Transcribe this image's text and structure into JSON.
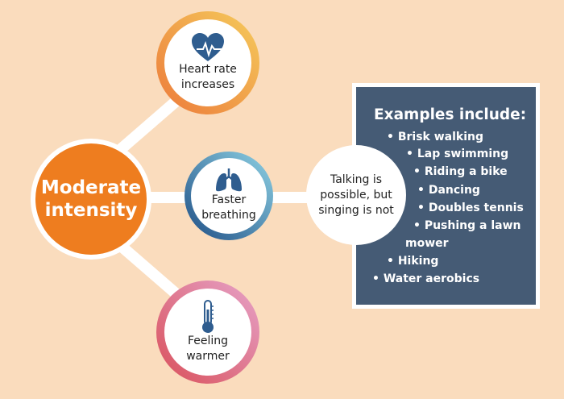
{
  "center": {
    "line1": "Moderate",
    "line2": "intensity"
  },
  "nodes": {
    "heart": {
      "line1": "Heart rate",
      "line2": "increases",
      "icon": "heart-rate-icon"
    },
    "breathing": {
      "line1": "Faster",
      "line2": "breathing",
      "icon": "lungs-icon"
    },
    "warmer": {
      "line1": "Feeling",
      "line2": "warmer",
      "icon": "thermometer-icon"
    },
    "talking": {
      "line1": "Talking is",
      "line2": "possible, but",
      "line3": "singing is not"
    }
  },
  "examples": {
    "title": "Examples include:",
    "items": [
      "• Brisk walking",
      "• Lap swimming",
      "• Riding a bike",
      "• Dancing",
      "• Doubles tennis",
      "• Pushing a lawn",
      "mower",
      "• Hiking",
      "• Water aerobics"
    ]
  },
  "colors": {
    "background": "#fadcbd",
    "center": "#ee7d1f",
    "box": "#455b75",
    "icon": "#2f5d8f"
  }
}
